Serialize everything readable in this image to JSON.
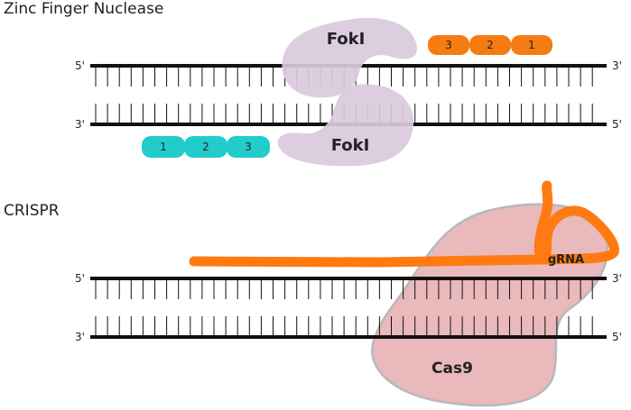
{
  "sections": {
    "zfn": {
      "title": "Zinc Finger Nuclease",
      "top_strand": {
        "left_end": "5'",
        "right_end": "3'"
      },
      "bottom_strand": {
        "left_end": "3'",
        "right_end": "5'"
      },
      "nuclease_top": "FokI",
      "nuclease_bottom": "FokI",
      "fingers_top": [
        "3",
        "2",
        "1"
      ],
      "fingers_bottom": [
        "1",
        "2",
        "3"
      ]
    },
    "crispr": {
      "title": "CRISPR",
      "top_strand": {
        "left_end": "5'",
        "right_end": "3'"
      },
      "bottom_strand": {
        "left_end": "3'",
        "right_end": "5'"
      },
      "guide": "gRNA",
      "enzyme": "Cas9"
    }
  },
  "colors": {
    "strand": "#111111",
    "fokI": "#d9c9dc",
    "finger_top": "#f57c12",
    "finger_bottom": "#22cccc",
    "grna": "#ff7a10",
    "cas9_fill": "#e9b9bb",
    "cas9_stroke": "#b9b9b9"
  }
}
